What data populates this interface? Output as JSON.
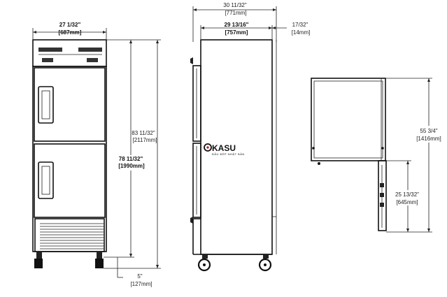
{
  "front_view": {
    "width": {
      "in": "27 1/32\"",
      "mm": "[687mm]"
    },
    "overall_height": {
      "in": "83 11/32\"",
      "mm": "[2117mm]"
    },
    "cabinet_height": {
      "in": "78 11/32\"",
      "mm": "[1990mm]"
    },
    "caster_height": {
      "in": "5\"",
      "mm": "[127mm]"
    }
  },
  "side_view": {
    "overall_depth": {
      "in": "30 11/32\"",
      "mm": "[771mm]"
    },
    "cabinet_depth": {
      "in": "29 13/16\"",
      "mm": "[757mm]"
    },
    "handle_depth": {
      "in": "17/32\"",
      "mm": "[14mm]"
    },
    "logo": {
      "brand": "KASU",
      "tagline": "ĐẦU BẾP NHẬT BẢN"
    }
  },
  "door_view": {
    "door_swing_height": {
      "in": "55 3/4\"",
      "mm": "[1416mm]"
    },
    "lower_height": {
      "in": "25 13/32\"",
      "mm": "[645mm]"
    }
  }
}
